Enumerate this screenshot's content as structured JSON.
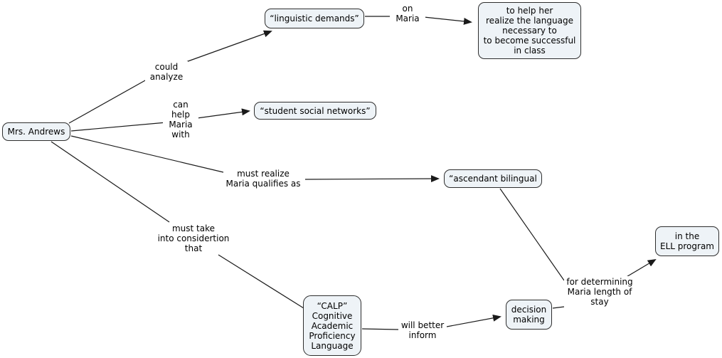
{
  "nodes": [
    {
      "id": "mrs-andrews",
      "label": "Mrs. Andrews"
    },
    {
      "id": "linguistic-demands",
      "label": "“linguistic demands”"
    },
    {
      "id": "help-her-realize",
      "label": "to help her\nrealize the language\nnecessary to\nto become successful\nin class"
    },
    {
      "id": "student-social-networks",
      "label": "“student social networks”"
    },
    {
      "id": "ascendant-bilingual",
      "label": "“ascendant bilingual"
    },
    {
      "id": "calp",
      "label": "“CALP”\nCognitive\nAcademic\nProficiency\nLanguage"
    },
    {
      "id": "decision-making",
      "label": "decision\nmaking"
    },
    {
      "id": "ell-program",
      "label": "in the\nELL program"
    }
  ],
  "edge_labels": [
    {
      "id": "could-analyze",
      "label": "could\nanalyze"
    },
    {
      "id": "on-maria",
      "label": "on\nMaria"
    },
    {
      "id": "can-help",
      "label": "can\nhelp\nMaria\nwith"
    },
    {
      "id": "must-realize",
      "label": "must realize\nMaria qualifies as"
    },
    {
      "id": "must-take",
      "label": "must take\ninto considertion\nthat"
    },
    {
      "id": "will-better",
      "label": "will better\ninform"
    },
    {
      "id": "for-determining",
      "label": "for determining\nMaria length of\nstay"
    }
  ],
  "colors": {
    "node_fill": "#eef3f7",
    "node_border": "#2e2e2e",
    "line": "#1a1a1a",
    "text": "#000000",
    "background": "#ffffff"
  }
}
